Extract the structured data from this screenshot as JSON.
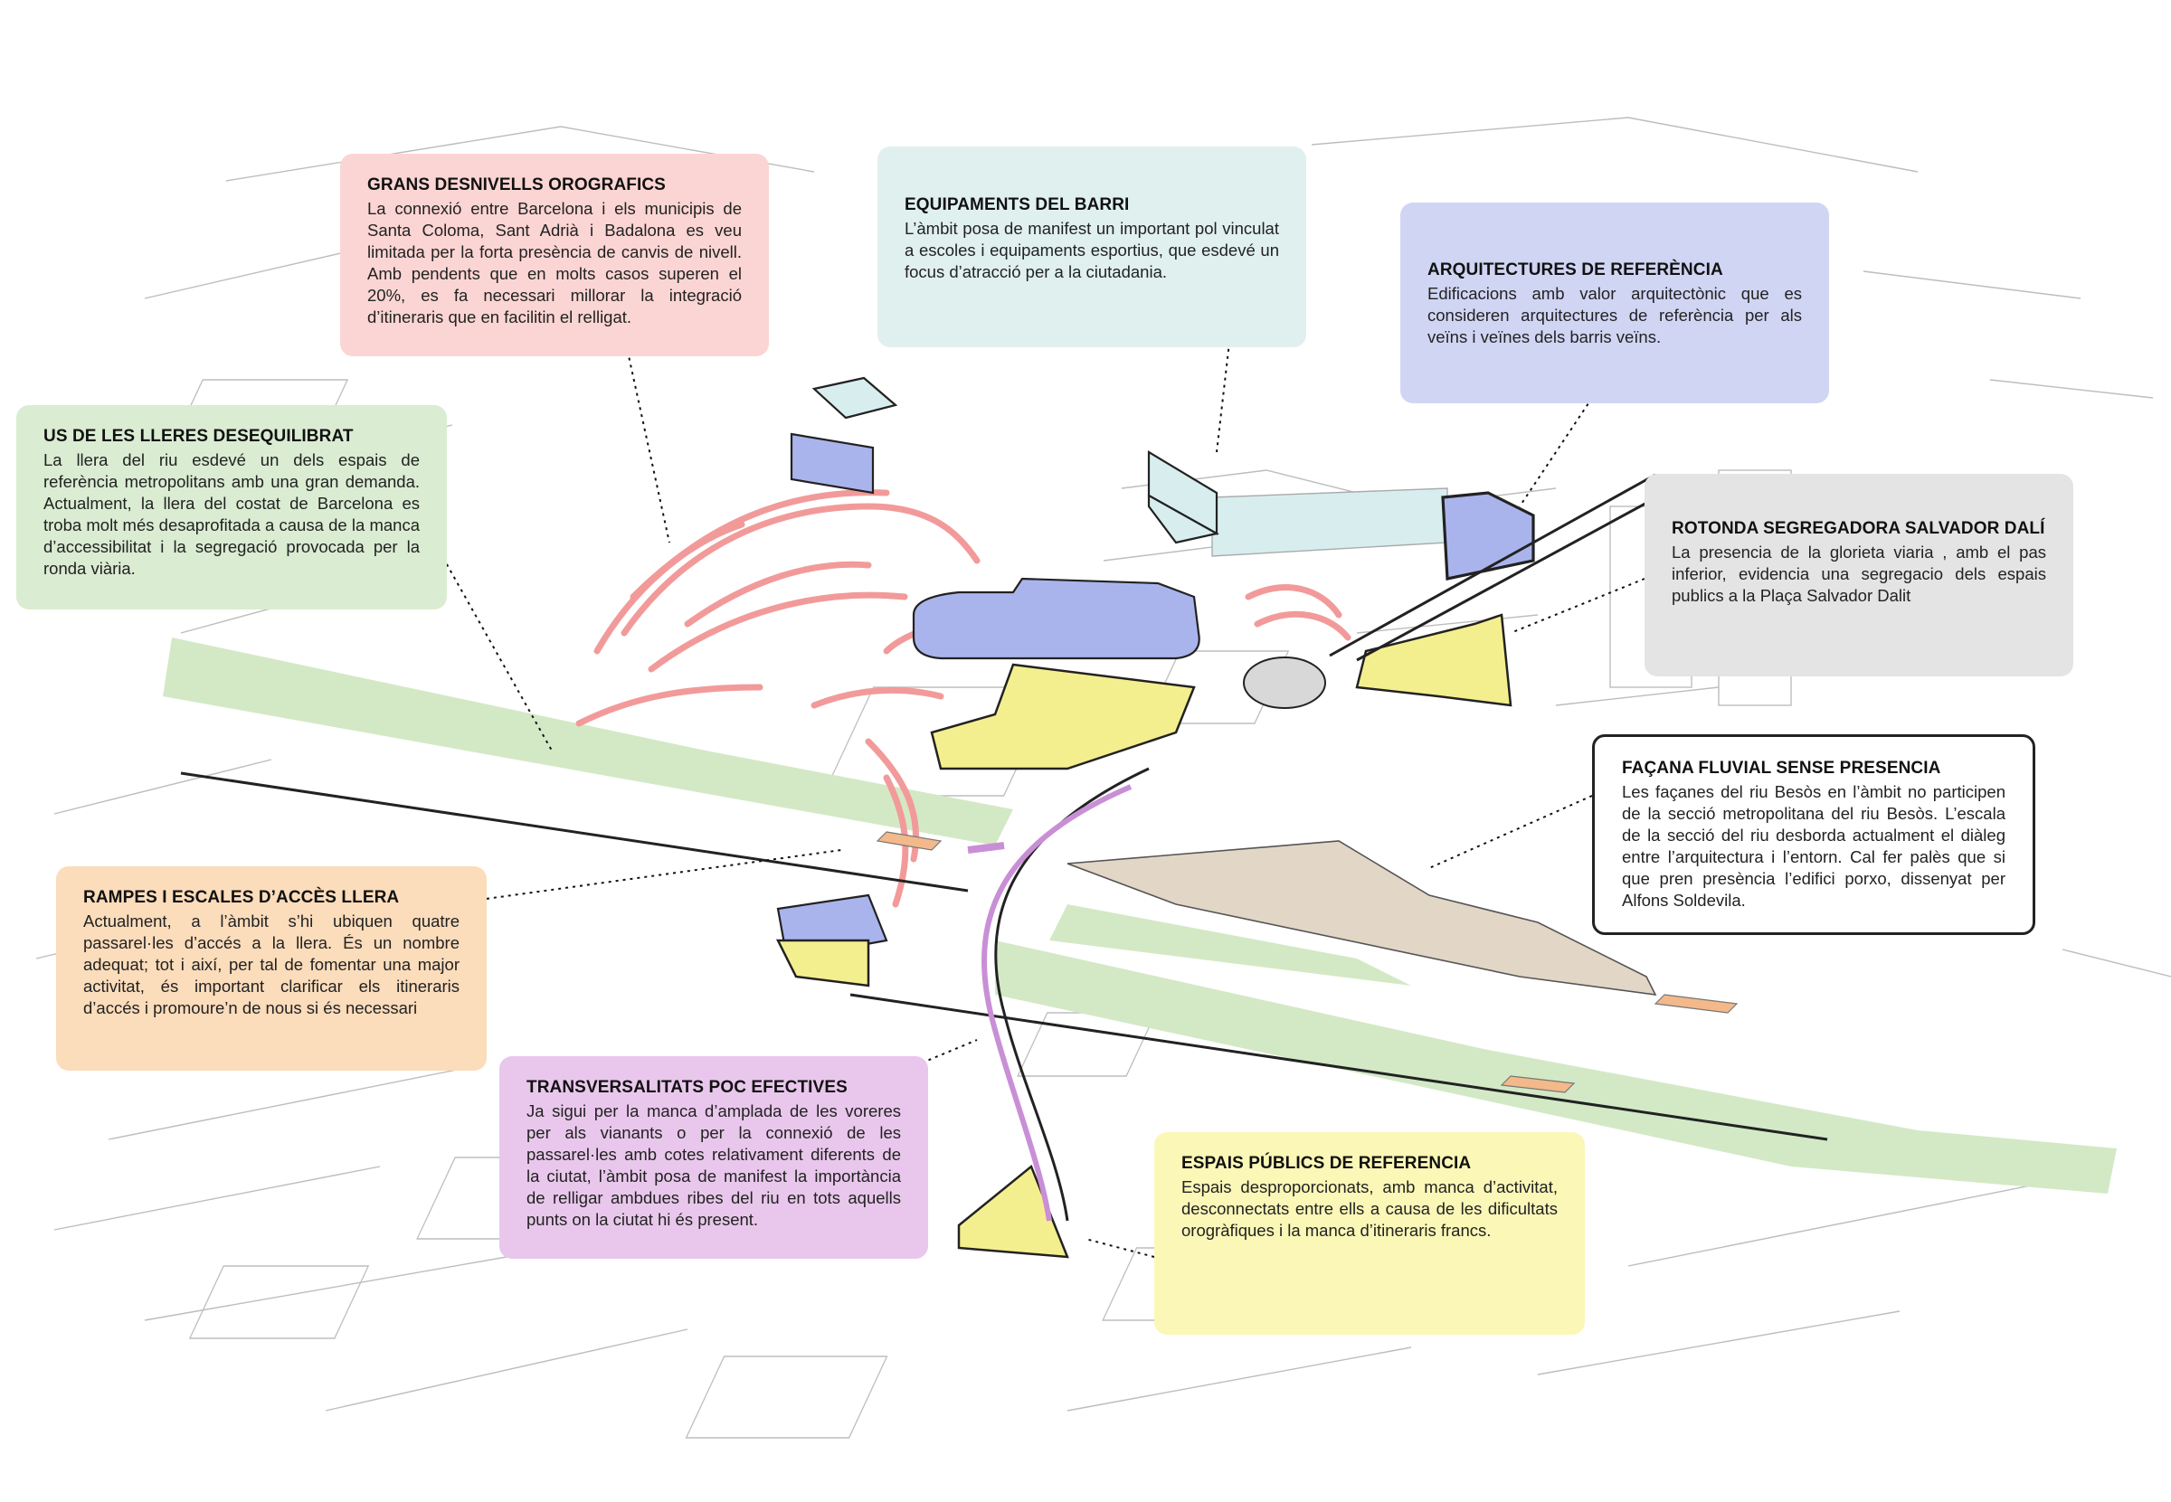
{
  "callouts": {
    "grans_desnivells": {
      "title": "GRANS DESNIVELLS OROGRAFICS",
      "text": "La connexió entre Barcelona i els municipis de Santa Coloma, Sant Adrià i Badalona es veu limitada per la forta presència de canvis de nivell. Amb pendents que en molts casos superen el 20%, es fa necessari millorar la integració d’itineraris que en facilitin el relligat."
    },
    "equipaments": {
      "title": "EQUIPAMENTS DEL BARRI",
      "text": "L’àmbit posa de manifest un important pol vinculat a escoles i equipaments esportius, que esdevé un focus d’atracció per a la ciutadania."
    },
    "arquitectures": {
      "title": "ARQUITECTURES DE REFERÈNCIA",
      "text": "Edificacions amb valor arquitectònic que es consideren arquitectures de referència per als veïns i veïnes dels barris veïns."
    },
    "us_lleres": {
      "title": "US DE LES LLERES DESEQUILIBRAT",
      "text": "La llera del riu esdevé un dels espais de referència metropolitans amb una gran demanda. Actualment, la llera del costat de Barcelona es troba molt més desaprofitada a causa de la manca d’accessibilitat i la segregació provocada per la ronda viària."
    },
    "rotonda": {
      "title": "ROTONDA SEGREGADORA SALVADOR DALÍ",
      "text": "La presencia de la glorieta viaria , amb el pas inferior, evidencia una segregacio dels espais publics a la Plaça Salvador Dalit"
    },
    "facana": {
      "title": "FAÇANA FLUVIAL SENSE PRESENCIA",
      "text": "Les façanes del riu Besòs en l’àmbit no participen de la secció metropolitana del riu Besòs. L’escala de la secció del riu desborda actualment el diàleg entre l’arquitectura i l’entorn. Cal fer palès que si que pren presència l’edifici porxo, dissenyat per Alfons Soldevila."
    },
    "rampes": {
      "title": "RAMPES I ESCALES D’ACCÈS LLERA",
      "text": "Actualment, a l’àmbit s’hi ubiquen quatre passarel·les d’accés a la llera. És un nombre adequat; tot i així, per tal de fomentar una major activitat, és important clarificar els itineraris d’accés i promoure’n de nous si és necessari"
    },
    "transversalitats": {
      "title": "TRANSVERSALITATS POC EFECTIVES",
      "text": "Ja sigui per la manca d’amplada de les voreres per als vianants o per la connexió de les passarel·les amb cotes relativament diferents de la ciutat, l’àmbit posa de manifest la importància de relligar ambdues ribes del riu en tots aquells punts on la ciutat hi és present."
    },
    "espais": {
      "title": "ESPAIS PÚBLICS DE REFERENCIA",
      "text": "Espais desproporcionats, amb manca d’activitat, desconnectats entre ells a causa de les dificultats orogràfiques i la manca d’itineraris francs."
    }
  },
  "colors": {
    "slopes_red": "#f29a9a",
    "buildings_blue": "#aab4ec",
    "facilities_cyan": "#d8eeee",
    "public_yellow": "#f4ef8e",
    "riverbank_green": "#cfe6c0",
    "facade_tan": "#ddd0c0",
    "crossing_magenta": "#c98fd6",
    "ramp_orange": "#f3b98a"
  }
}
